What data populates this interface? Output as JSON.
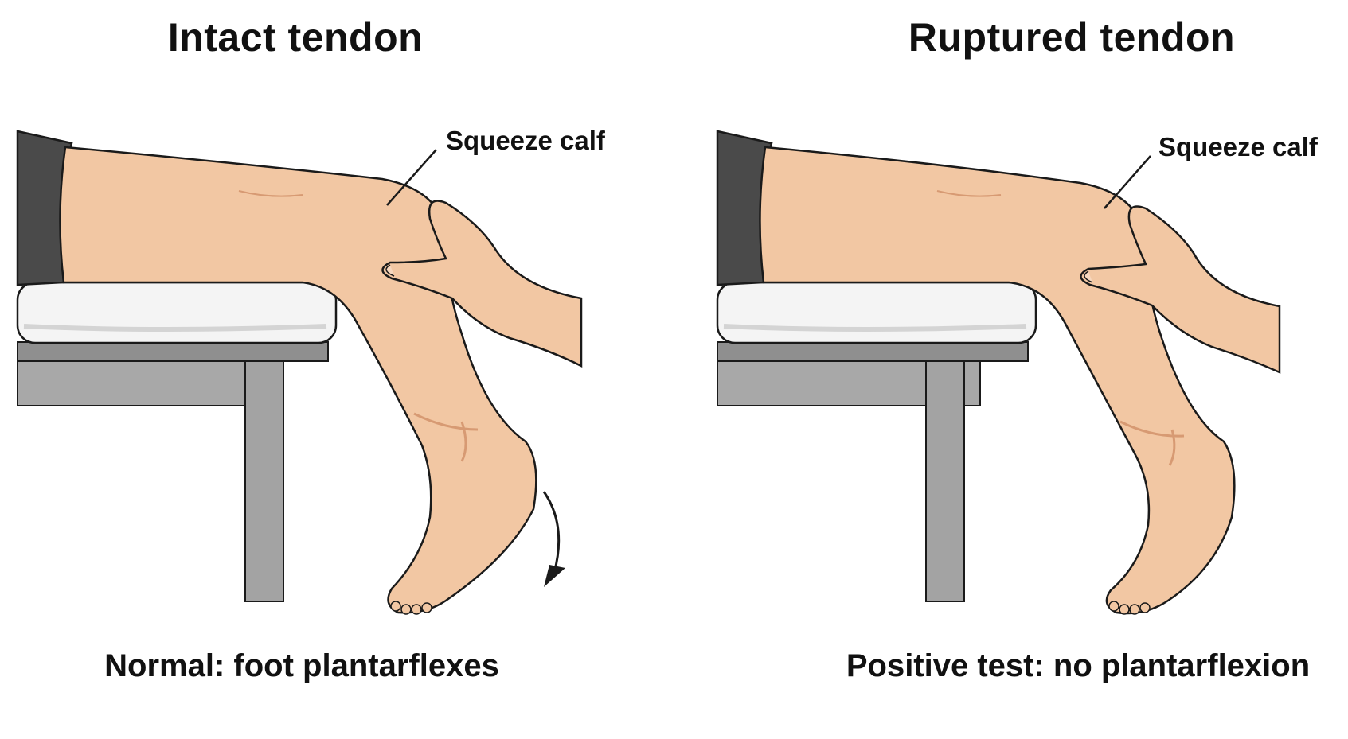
{
  "panels": [
    {
      "title": "Intact tendon",
      "label": "Squeeze calf",
      "caption": "Normal: foot plantarflexes",
      "foot_moves": true
    },
    {
      "title": "Ruptured tendon",
      "label": "Squeeze calf",
      "caption": "Positive test: no plantarflexion",
      "foot_moves": false
    }
  ],
  "colors": {
    "skin": "#f2c7a3",
    "skin_shade": "#e4ad86",
    "outline": "#1a1a1a",
    "shorts": "#4a4a4a",
    "table_top": "#f4f4f4",
    "table_frame": "#9c9c9c",
    "table_frame_dark": "#7a7a7a"
  },
  "icons": {
    "motion_arrow": "curved-arrow-down-icon"
  }
}
